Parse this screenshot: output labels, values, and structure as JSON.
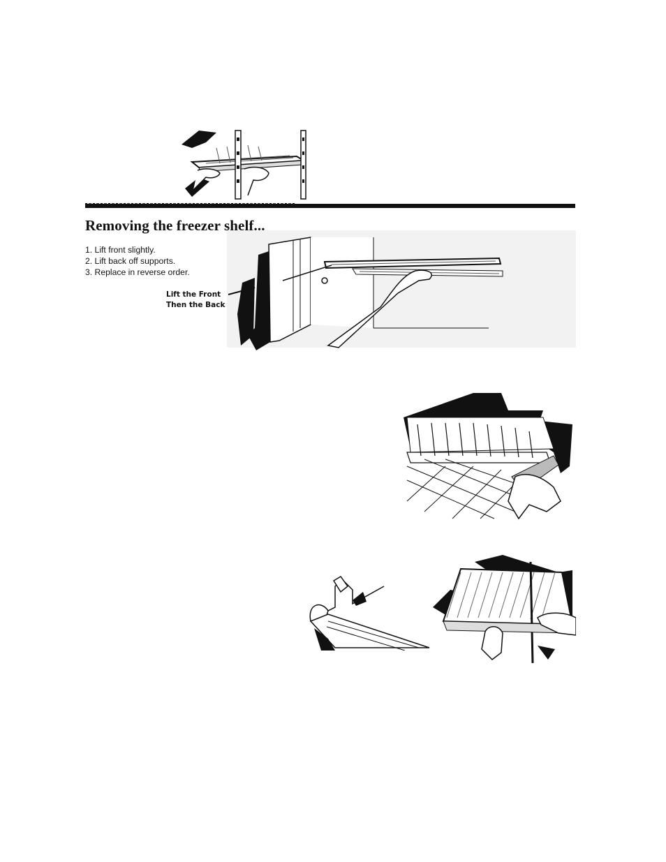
{
  "section": {
    "title": "Removing the freezer shelf...",
    "steps": [
      "1. Lift front slightly.",
      "2. Lift back off supports.",
      "3. Replace in reverse order."
    ],
    "callout": {
      "line1": "Lift the Front",
      "line2": "Then the Back"
    }
  }
}
